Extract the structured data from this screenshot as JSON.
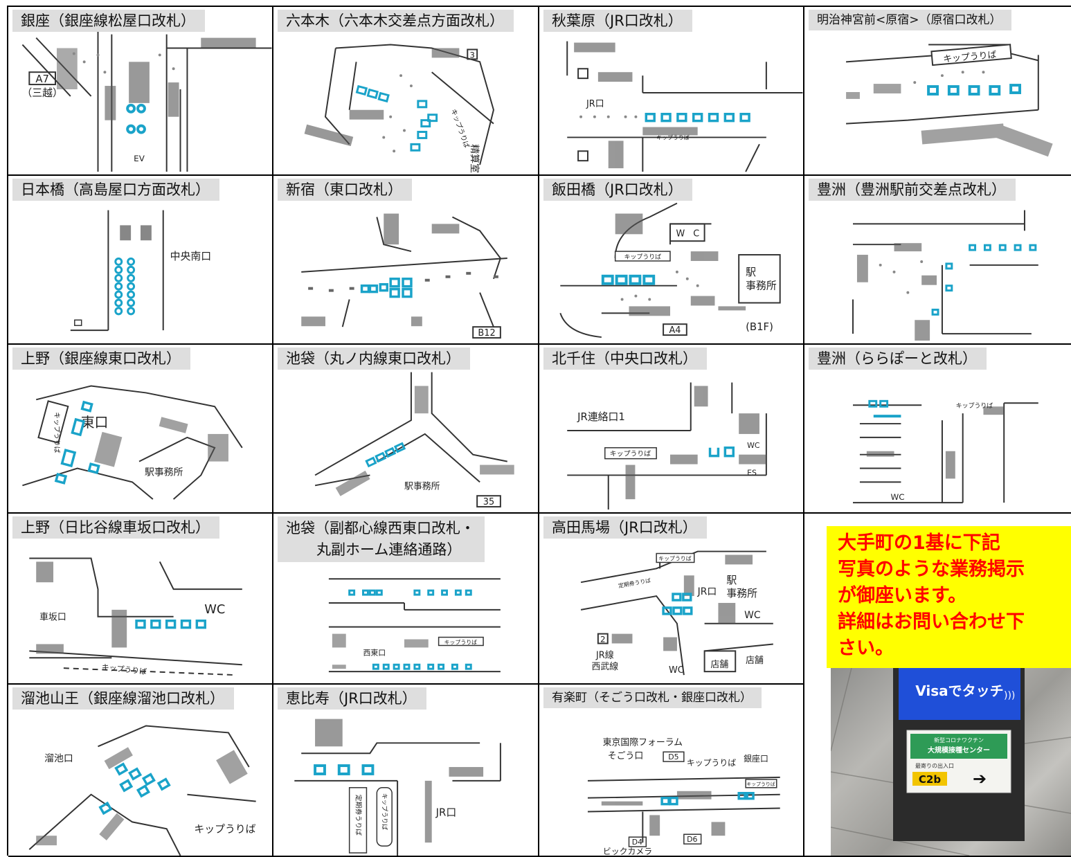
{
  "stations": [
    {
      "title": "銀座（銀座線松屋口改札）",
      "map": [
        "A7",
        "（三越）",
        "EV"
      ]
    },
    {
      "title": "六本木（六本木交差点方面改札）",
      "map": [
        "3",
        "キップうりば",
        "精算室"
      ]
    },
    {
      "title": "秋葉原（JR口改札）",
      "map": [
        "JR口",
        "キップうりば"
      ]
    },
    {
      "title": "明治神宮前<原宿>（原宿口改札）",
      "map": [
        "キップうりば"
      ]
    },
    {
      "title": "日本橋（高島屋口方面改札）",
      "map": [
        "中央南口"
      ]
    },
    {
      "title": "新宿（東口改札）",
      "map": [
        "B12"
      ]
    },
    {
      "title": "飯田橋（JR口改札）",
      "map": [
        "W",
        "C",
        "キップうりば",
        "駅",
        "事務所",
        "A4",
        "(B1F)"
      ]
    },
    {
      "title": "豊洲（豊洲駅前交差点改札）",
      "map": []
    },
    {
      "title": "上野（銀座線東口改札）",
      "map": [
        "キップうりば",
        "東口",
        "駅事務所"
      ]
    },
    {
      "title": "池袋（丸ノ内線東口改札）",
      "map": [
        "駅事務所",
        "35"
      ]
    },
    {
      "title": "北千住（中央口改札）",
      "map": [
        "JR連絡口1",
        "キップうりば",
        "WC",
        "ES"
      ]
    },
    {
      "title": "豊洲（ららぽーと改札）",
      "map": [
        "キップうりば",
        "WC"
      ]
    },
    {
      "title": "上野（日比谷線車坂口改札）",
      "map": [
        "車坂口",
        "WC",
        "キップうりば"
      ]
    },
    {
      "title": "池袋（副都心線西東口改札・",
      "title2": "丸副ホーム連絡通路）",
      "map": [
        "西東口",
        "キップうりば"
      ]
    },
    {
      "title": "高田馬場（JR口改札）",
      "map": [
        "キップうりば",
        "定期券うりば",
        "JR口",
        "駅",
        "事務所",
        "WC",
        "2",
        "JR線",
        "西武線",
        "WC",
        "店舗",
        "店舗"
      ]
    },
    {
      "title": "溜池山王（銀座線溜池口改札）",
      "map": [
        "溜池口",
        "キップうりば"
      ]
    },
    {
      "title": "恵比寿（JR口改札）",
      "map": [
        "定期券うりば",
        "キップうりば",
        "JR口"
      ]
    },
    {
      "title": "有楽町（そごう口改札・銀座口改札）",
      "map": [
        "東京国際フォーラム",
        "そごう口",
        "D5",
        "キップうりば",
        "銀座口",
        "キップうりば",
        "D6",
        "D4",
        "ビックカメラ"
      ]
    }
  ],
  "notice": {
    "lines": [
      "大手町の1基に下記",
      "写真のような業務掲示",
      "が御座います。",
      "詳細はお問い合わせ下",
      "さい。"
    ],
    "text_color": "#ff0000",
    "background": "#ffff00"
  },
  "photo": {
    "screen_text": "Visaでタッチ",
    "sign_lines": [
      "新型コロナワクチン",
      "大規模接種センター",
      "最寄りの出入口",
      "C2b"
    ]
  },
  "colors": {
    "marker": "#1aa3c9",
    "line": "#222222",
    "label_bg": "#dedede"
  }
}
